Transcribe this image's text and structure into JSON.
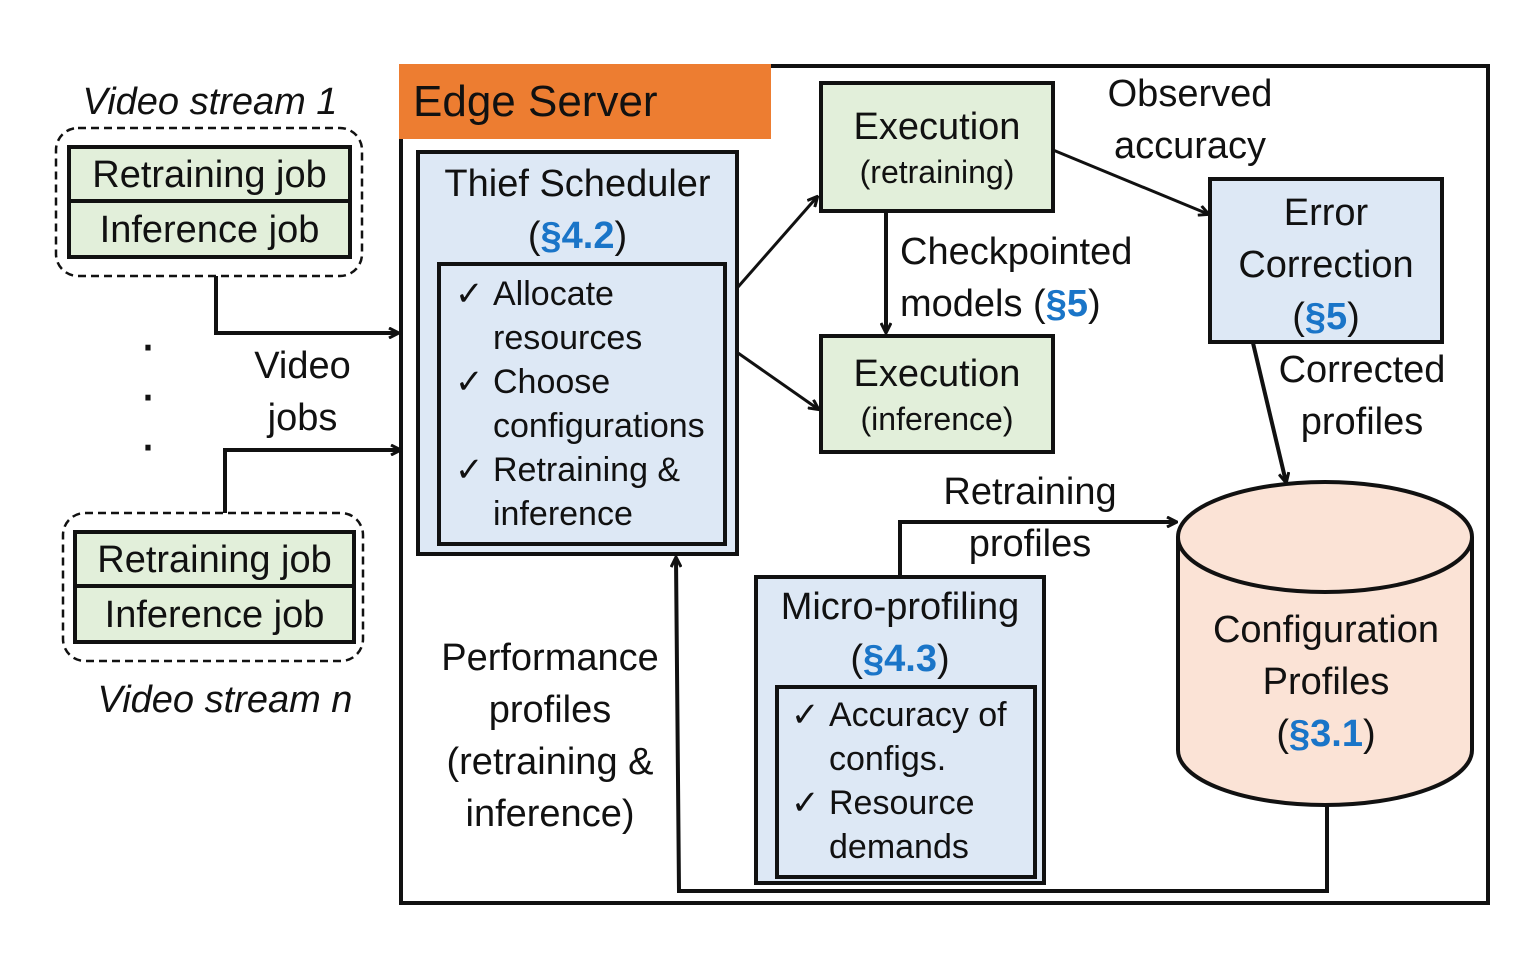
{
  "streams": {
    "first": {
      "label": "Video stream 1",
      "jobs": [
        "Retraining job",
        "Inference job"
      ]
    },
    "last": {
      "label": "Video stream n",
      "jobs": [
        "Retraining job",
        "Inference job"
      ]
    },
    "ellipsis": "·",
    "edge_label": [
      "Video",
      "jobs"
    ]
  },
  "edge_server": {
    "title": "Edge Server",
    "title_color": "#ed7d31"
  },
  "scheduler": {
    "title": "Thief Scheduler",
    "section": "§4.2",
    "items": [
      {
        "check": "✓",
        "lines": [
          "Allocate",
          "resources"
        ]
      },
      {
        "check": "✓",
        "lines": [
          "Choose",
          "configurations"
        ]
      },
      {
        "check": "✓",
        "lines": [
          "Retraining &",
          "inference"
        ]
      }
    ]
  },
  "exec_retraining": {
    "title": "Execution",
    "sub": "(retraining)"
  },
  "exec_inference": {
    "title": "Execution",
    "sub": "(inference)"
  },
  "checkpoint_label": {
    "line1": "Checkpointed",
    "line2": "models (",
    "section": "§5",
    "close": ")"
  },
  "observed_label": [
    "Observed",
    "accuracy"
  ],
  "error_correction": {
    "line1": "Error",
    "line2": "Correction",
    "section": "§5"
  },
  "corrected_label": [
    "Corrected",
    "profiles"
  ],
  "retraining_profiles_label": [
    "Retraining",
    "profiles"
  ],
  "micro": {
    "title": "Micro-profiling",
    "section": "§4.3",
    "items": [
      {
        "check": "✓",
        "lines": [
          "Accuracy of",
          "configs."
        ]
      },
      {
        "check": "✓",
        "lines": [
          "Resource",
          "demands"
        ]
      }
    ]
  },
  "config_profiles": {
    "line1": "Configuration",
    "line2": "Profiles",
    "section": "§3.1",
    "fill": "#fbe3d6"
  },
  "perf_label": [
    "Performance",
    "profiles",
    "(retraining &",
    "inference)"
  ],
  "paren_open": "(",
  "paren_close": ")"
}
